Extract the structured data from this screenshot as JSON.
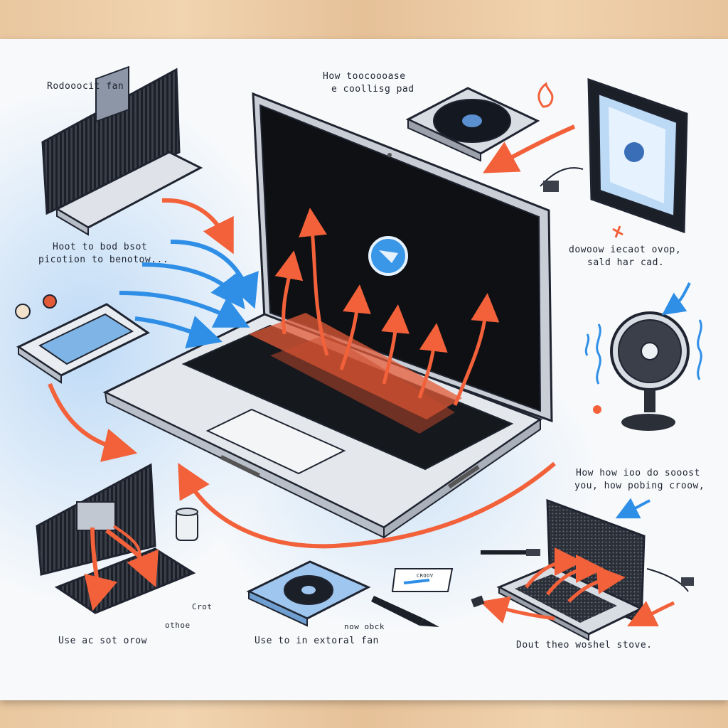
{
  "labels": {
    "top_left": "Rodooocit fan",
    "top_center_line1": "How toocoooase",
    "top_center_line2": "e coollisg pad",
    "left_mid_line1": "Hoot to bod bsot",
    "left_mid_line2": "picotion to benotow...",
    "right_mid_line1": "dowoow  iecaot ovop,",
    "right_mid_line2": "sald har cad.",
    "right_lower_line1": "How how ioo do sooost",
    "right_lower_line2": "you,  how pobing croow,",
    "bottom_left_small1": "Crot",
    "bottom_left_small2": "othoe",
    "bottom_left_caption": "Use ac sot orow",
    "bottom_center_small": "now obck",
    "bottom_center_caption": "Use to in extoral fan",
    "bottom_right_caption": "Dout theo woshel stove.",
    "note_card": "CROOV"
  },
  "colors": {
    "paper": "#f7f9fb",
    "wood": "#ecc9a0",
    "accent_orange": "#f2613a",
    "accent_blue": "#2f8fe6",
    "ink": "#1f2430"
  },
  "icons": [
    "laptop-icon",
    "cooling-pad-icon",
    "monitor-icon",
    "desk-fan-icon",
    "heatsink-icon",
    "external-fan-icon",
    "cooling-stand-icon",
    "pen-icon",
    "flame-icon"
  ]
}
